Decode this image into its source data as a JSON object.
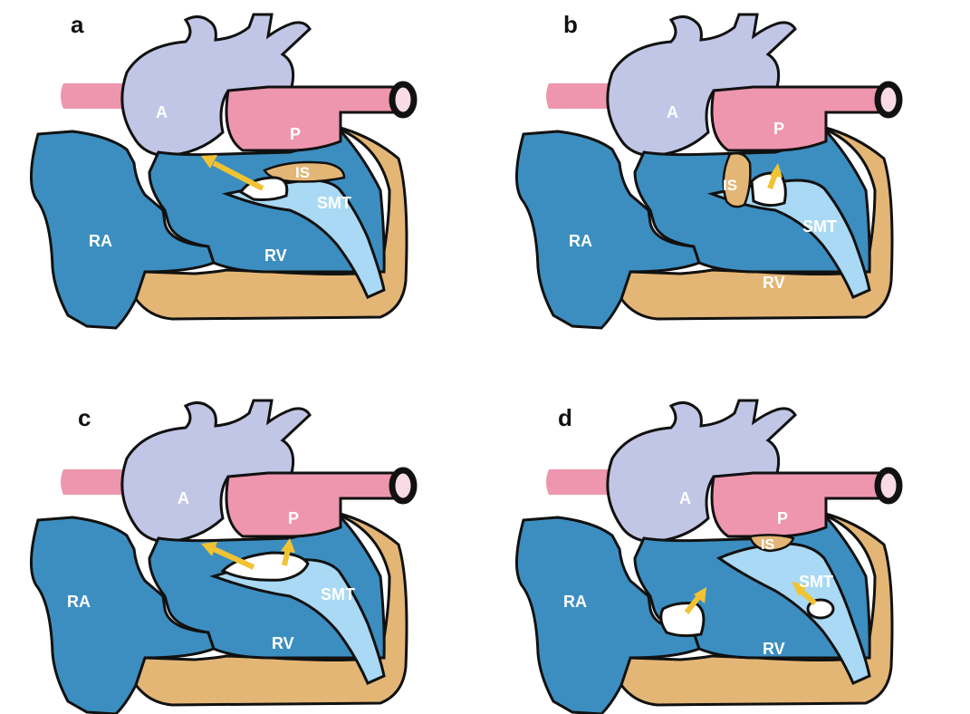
{
  "colors": {
    "aorta": "#c2c6e6",
    "pulmonary": "#ee96ae",
    "ventricle": "#3c8ec0",
    "septal_band": "#a9d9f4",
    "wall": "#e3b675",
    "defect": "#ffffff",
    "arrow": "#f1c232",
    "outline": "#111111"
  },
  "panels": [
    {
      "letter": "a",
      "labels": {
        "aorta": "A",
        "pulmonary": "P",
        "infundibular_septum": "IS",
        "smt": "SMT",
        "ra": "RA",
        "rv": "RV"
      },
      "show_is_horizontal": true,
      "show_is_vertical": false
    },
    {
      "letter": "b",
      "labels": {
        "aorta": "A",
        "pulmonary": "P",
        "infundibular_septum": "IS",
        "smt": "SMT",
        "ra": "RA",
        "rv": "RV"
      },
      "show_is_horizontal": false,
      "show_is_vertical": true
    },
    {
      "letter": "c",
      "labels": {
        "aorta": "A",
        "pulmonary": "P",
        "infundibular_septum": "",
        "smt": "SMT",
        "ra": "RA",
        "rv": "RV"
      },
      "show_is_horizontal": false,
      "show_is_vertical": false
    },
    {
      "letter": "d",
      "labels": {
        "aorta": "A",
        "pulmonary": "P",
        "infundibular_septum": "IS",
        "smt": "SMT",
        "ra": "RA",
        "rv": "RV"
      },
      "show_is_horizontal": true,
      "show_is_vertical": false
    }
  ]
}
